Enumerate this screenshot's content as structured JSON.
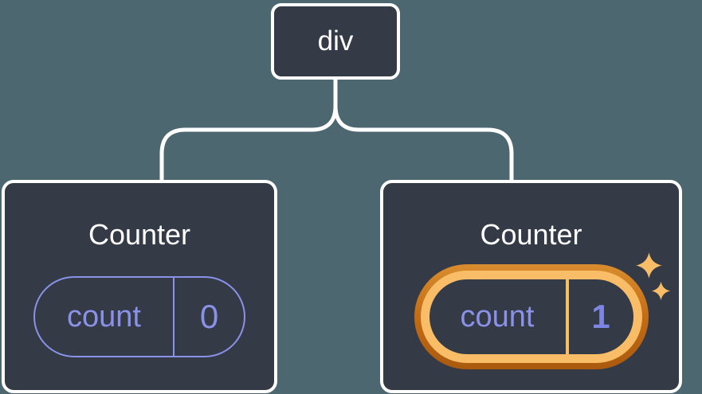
{
  "diagram": {
    "description": "Component tree diagram: a div root element with two Counter children showing state pills",
    "root_node": {
      "label": "div"
    },
    "counters": [
      {
        "title": "Counter",
        "state_key": "count",
        "state_value": "0",
        "highlighted": false
      },
      {
        "title": "Counter",
        "state_key": "count",
        "state_value": "1",
        "highlighted": true
      }
    ]
  },
  "icons": {
    "sparkles": "sparkles-icon (two four-pointed stars marking freshly created state)"
  },
  "colors": {
    "background": "#4d6771",
    "node_fill": "#343a46",
    "node_border": "#ffffff",
    "connector": "#ffffff",
    "text_primary": "#ffffff",
    "state_accent": "#8a92e8",
    "state_value_bold": "#7d86e2",
    "highlight_gold": "#f9bd67",
    "highlight_orange_top": "#d98c2d",
    "highlight_orange_bottom": "#aa5a0e"
  }
}
